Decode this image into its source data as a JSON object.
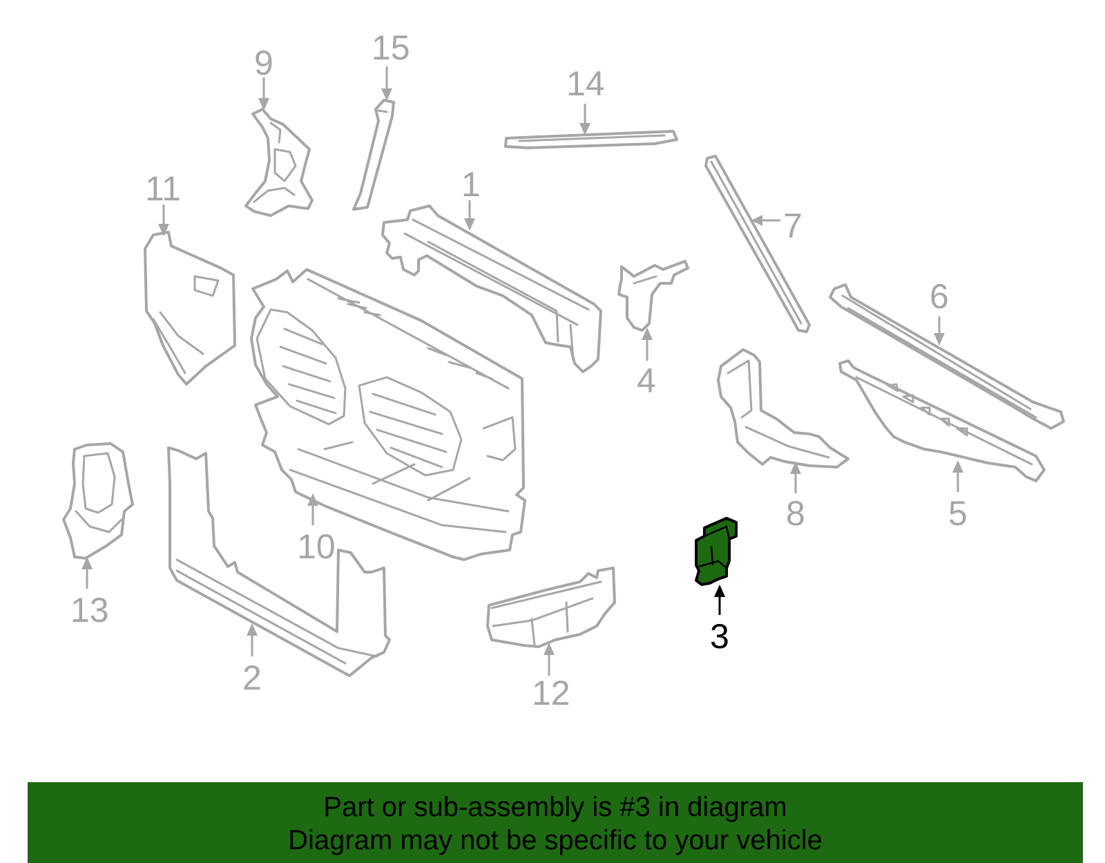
{
  "diagram": {
    "highlighted_part": "3",
    "highlight_color": "#1e6a12",
    "line_color": "#a6a6a6",
    "callouts": [
      "1",
      "2",
      "3",
      "4",
      "5",
      "6",
      "7",
      "8",
      "9",
      "10",
      "11",
      "12",
      "13",
      "14",
      "15"
    ]
  },
  "banner": {
    "background": "#1e6a12",
    "line1": "Part or sub-assembly is #3 in diagram",
    "line2": "Diagram may not be specific to your vehicle"
  }
}
